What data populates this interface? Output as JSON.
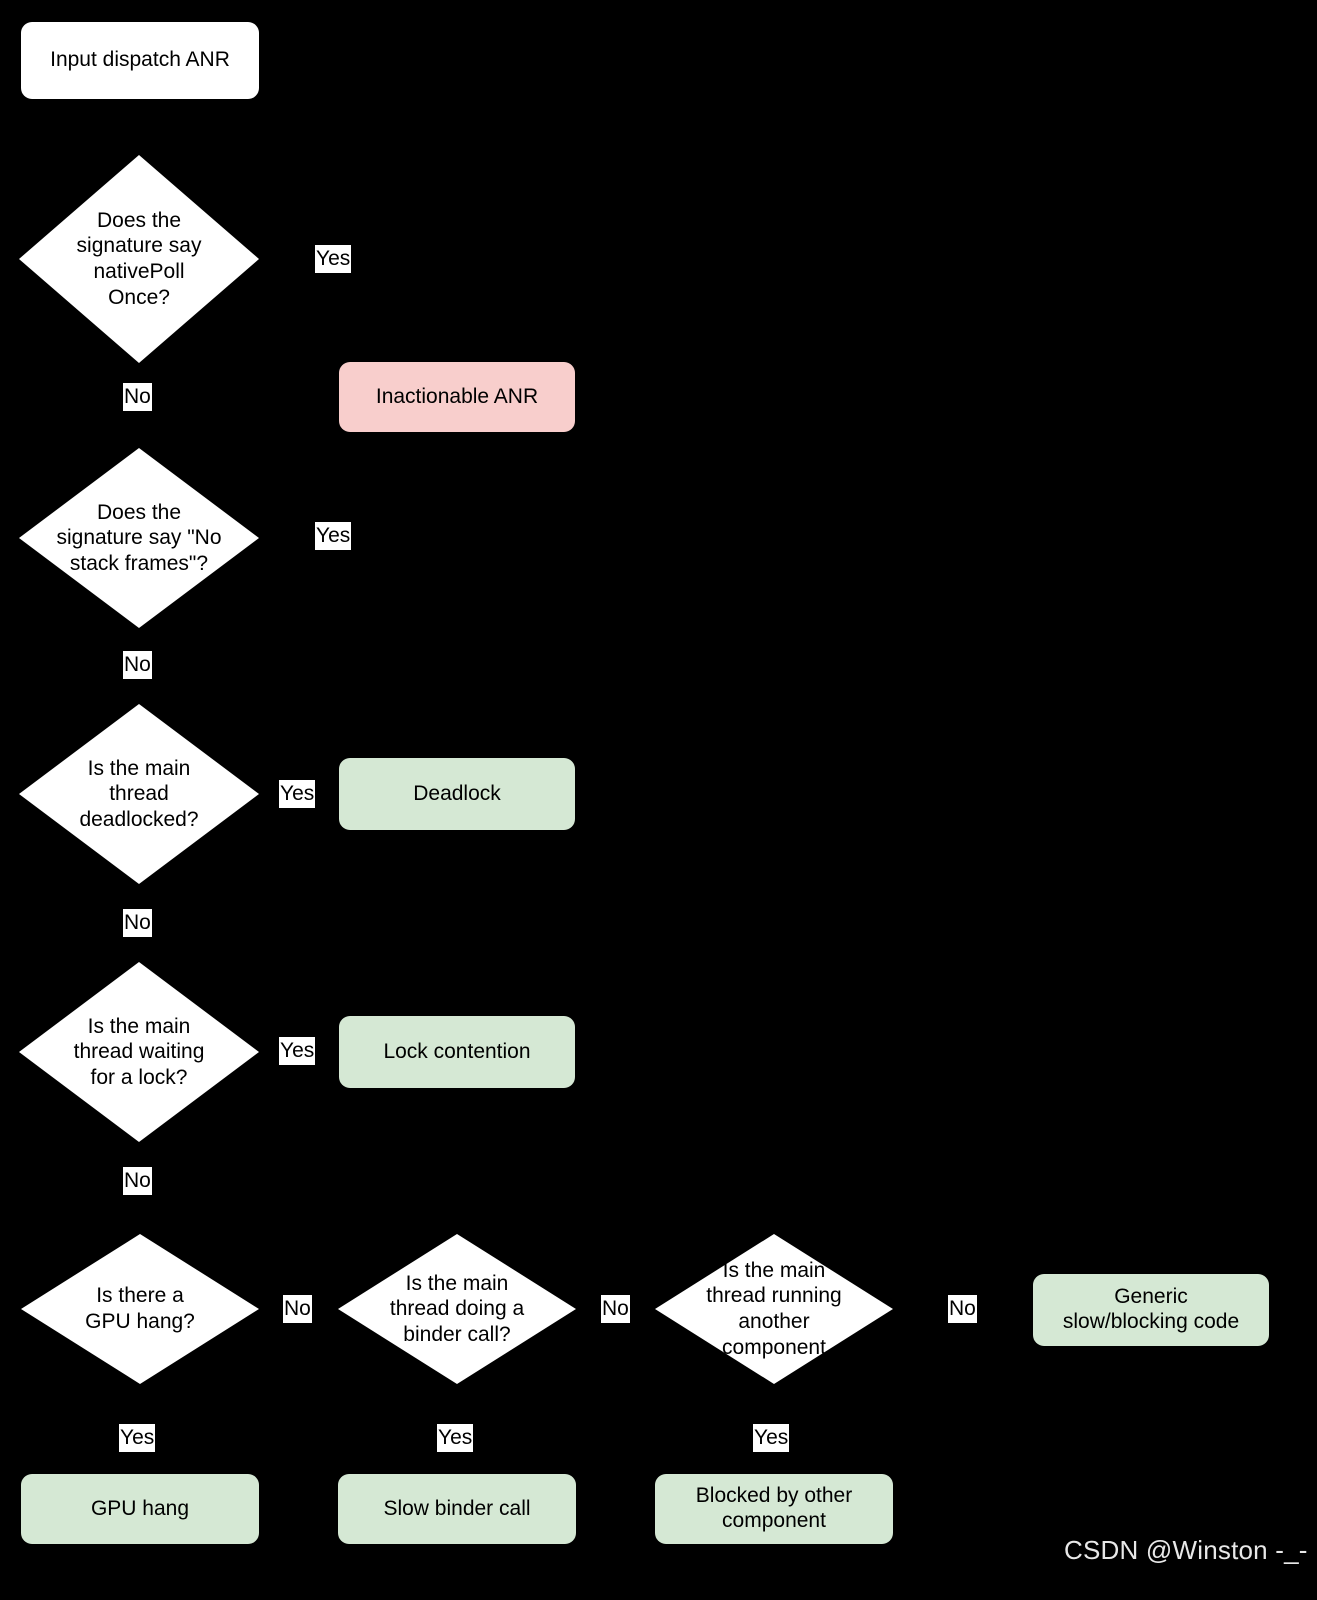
{
  "diagram": {
    "title": "Input dispatch ANR triage flowchart",
    "background_color": "#000000",
    "colors": {
      "decision_fill": "#ffffff",
      "start_fill": "#ffffff",
      "inactionable_fill": "#f8cecc",
      "outcome_fill": "#d5e8d4",
      "text": "#000000",
      "watermark": "#e8e8e8"
    }
  },
  "nodes": {
    "start": {
      "label": "Input dispatch ANR"
    },
    "decision_native_poll": {
      "label": "Does the\nsignature say\nnativePoll\nOnce?"
    },
    "decision_no_stack_frames": {
      "label": "Does the\nsignature say \"No\nstack frames\"?"
    },
    "decision_deadlocked": {
      "label": "Is the main\nthread\ndeadlocked?"
    },
    "decision_waiting_lock": {
      "label": "Is the main\nthread waiting\nfor a lock?"
    },
    "decision_gpu_hang": {
      "label": "Is there a\nGPU hang?"
    },
    "decision_binder_call": {
      "label": "Is the main\nthread doing a\nbinder call?"
    },
    "decision_other_component": {
      "label": "Is the main\nthread running\nanother\ncomponent"
    },
    "outcome_inactionable": {
      "label": "Inactionable ANR"
    },
    "outcome_deadlock": {
      "label": "Deadlock"
    },
    "outcome_lock_contention": {
      "label": "Lock contention"
    },
    "outcome_gpu_hang": {
      "label": "GPU hang"
    },
    "outcome_slow_binder": {
      "label": "Slow binder call"
    },
    "outcome_blocked_component": {
      "label": "Blocked by other\ncomponent"
    },
    "outcome_generic_slow": {
      "label": "Generic\nslow/blocking code"
    }
  },
  "edge_labels": {
    "native_poll_yes": "Yes",
    "native_poll_no": "No",
    "no_stack_frames_yes": "Yes",
    "no_stack_frames_no": "No",
    "deadlocked_yes": "Yes",
    "deadlocked_no": "No",
    "waiting_lock_yes": "Yes",
    "waiting_lock_no": "No",
    "gpu_hang_no": "No",
    "gpu_hang_yes": "Yes",
    "binder_call_no": "No",
    "binder_call_yes": "Yes",
    "other_component_no": "No",
    "other_component_yes": "Yes"
  },
  "watermark": {
    "text": "CSDN @Winston -_-"
  }
}
